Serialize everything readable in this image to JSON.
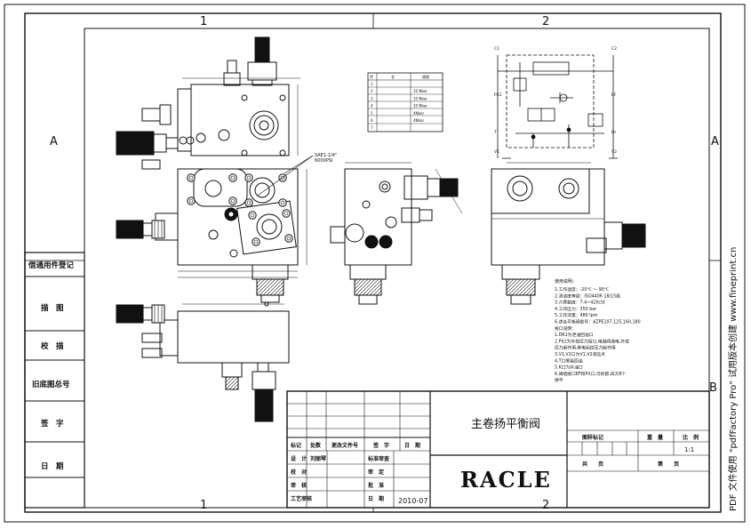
{
  "frame": {
    "zones_top": [
      "1",
      "2"
    ],
    "zones_bottom": [
      "1",
      "2"
    ],
    "zones_left": [
      "A"
    ],
    "zones_right": [
      "A",
      "B"
    ]
  },
  "side_table": [
    "借通用件登记",
    "描　图",
    "校　描",
    "旧底图总号",
    "签　字",
    "日　期"
  ],
  "title_block": {
    "title": "主卷扬平衡阀",
    "brand": "RACLE",
    "left_headers": [
      "标记",
      "处数",
      "更改文件号",
      "签　字",
      "日　期"
    ],
    "left_rows": [
      [
        "设　计",
        "刘丽琴",
        "标准审查"
      ],
      [
        "校　对",
        "",
        "审　定"
      ],
      [
        "审　核",
        "",
        "批　准"
      ],
      [
        "工艺审核",
        "",
        "日　期"
      ]
    ],
    "date": "2010-07",
    "right_headers": [
      "图样标记",
      "重　量",
      "比　例"
    ],
    "scale": "1:1",
    "sheet_labels": [
      "共　　页",
      "第　　页"
    ]
  },
  "notes": {
    "heading": "使用说明：",
    "lines": [
      "1.工作温度：-20℃ ～ 90℃",
      "2.清洁度等级：ISO4406 18/15级",
      "3.介质黏度：7.4~420cSt",
      "4.工作压力：350 bar",
      "5.工作流量：480 lpm",
      "6.适合平衡阀型号：AZPE107,125,160,180",
      "接口说明：",
      "1.DR1为泄油回油口",
      "2.PI口为外控压力接口,电磁阀通电,外控",
      "压力起作用,断电后控压力起作用",
      "3.V1,V2口为V1,V2测压点",
      "4.T口需接回油",
      "5.K口为补油口",
      "6.阀组接口EF和PX口,可拆卸,四方8个",
      "换平"
    ]
  },
  "small_table": {
    "headers": [
      "序",
      "名",
      "规格"
    ],
    "rows": [
      [
        "1",
        "",
        ""
      ],
      [
        "2",
        "",
        "10 Nbar"
      ],
      [
        "3",
        "",
        "10 Nbar"
      ],
      [
        "4",
        "",
        "10 Nbar"
      ],
      [
        "5",
        "",
        "4Nbar"
      ],
      [
        "6",
        "",
        "4Nbar"
      ],
      [
        "7",
        "",
        ""
      ]
    ]
  },
  "callout": "SAE1-1/4\"\n6000PSI",
  "watermark": "PDF 文件使用 \"pdfFactory Pro\" 试用版本创建 www.fineprint.cn",
  "schematic_ports": [
    "C1",
    "C2",
    "PX1",
    "EF",
    "V1",
    "V2",
    "T",
    "Dr"
  ]
}
